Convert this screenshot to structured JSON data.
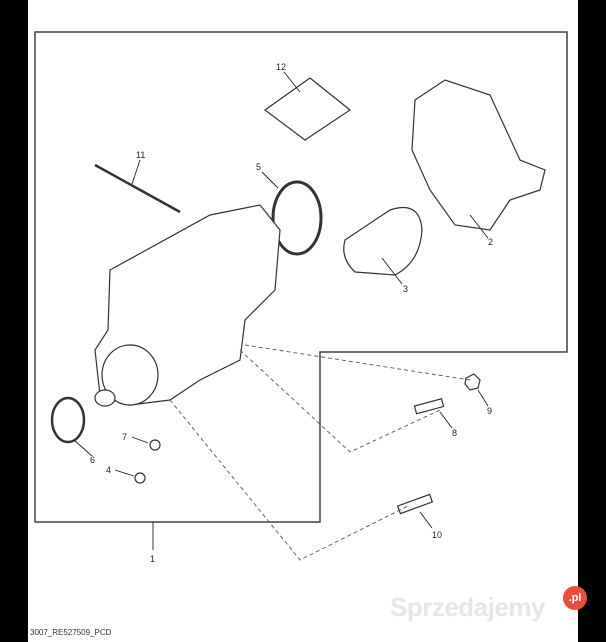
{
  "diagram": {
    "title_code": "3007_RE527509_PCD",
    "callouts": [
      "1",
      "2",
      "3",
      "4",
      "5",
      "6",
      "7",
      "8",
      "9",
      "10",
      "11",
      "12"
    ],
    "watermark": "Sprzedajemy",
    "watermark_badge": ".pl",
    "colors": {
      "background": "#ffffff",
      "side_bars": "#000000",
      "line": "#333333",
      "badge": "#e8503a"
    }
  }
}
